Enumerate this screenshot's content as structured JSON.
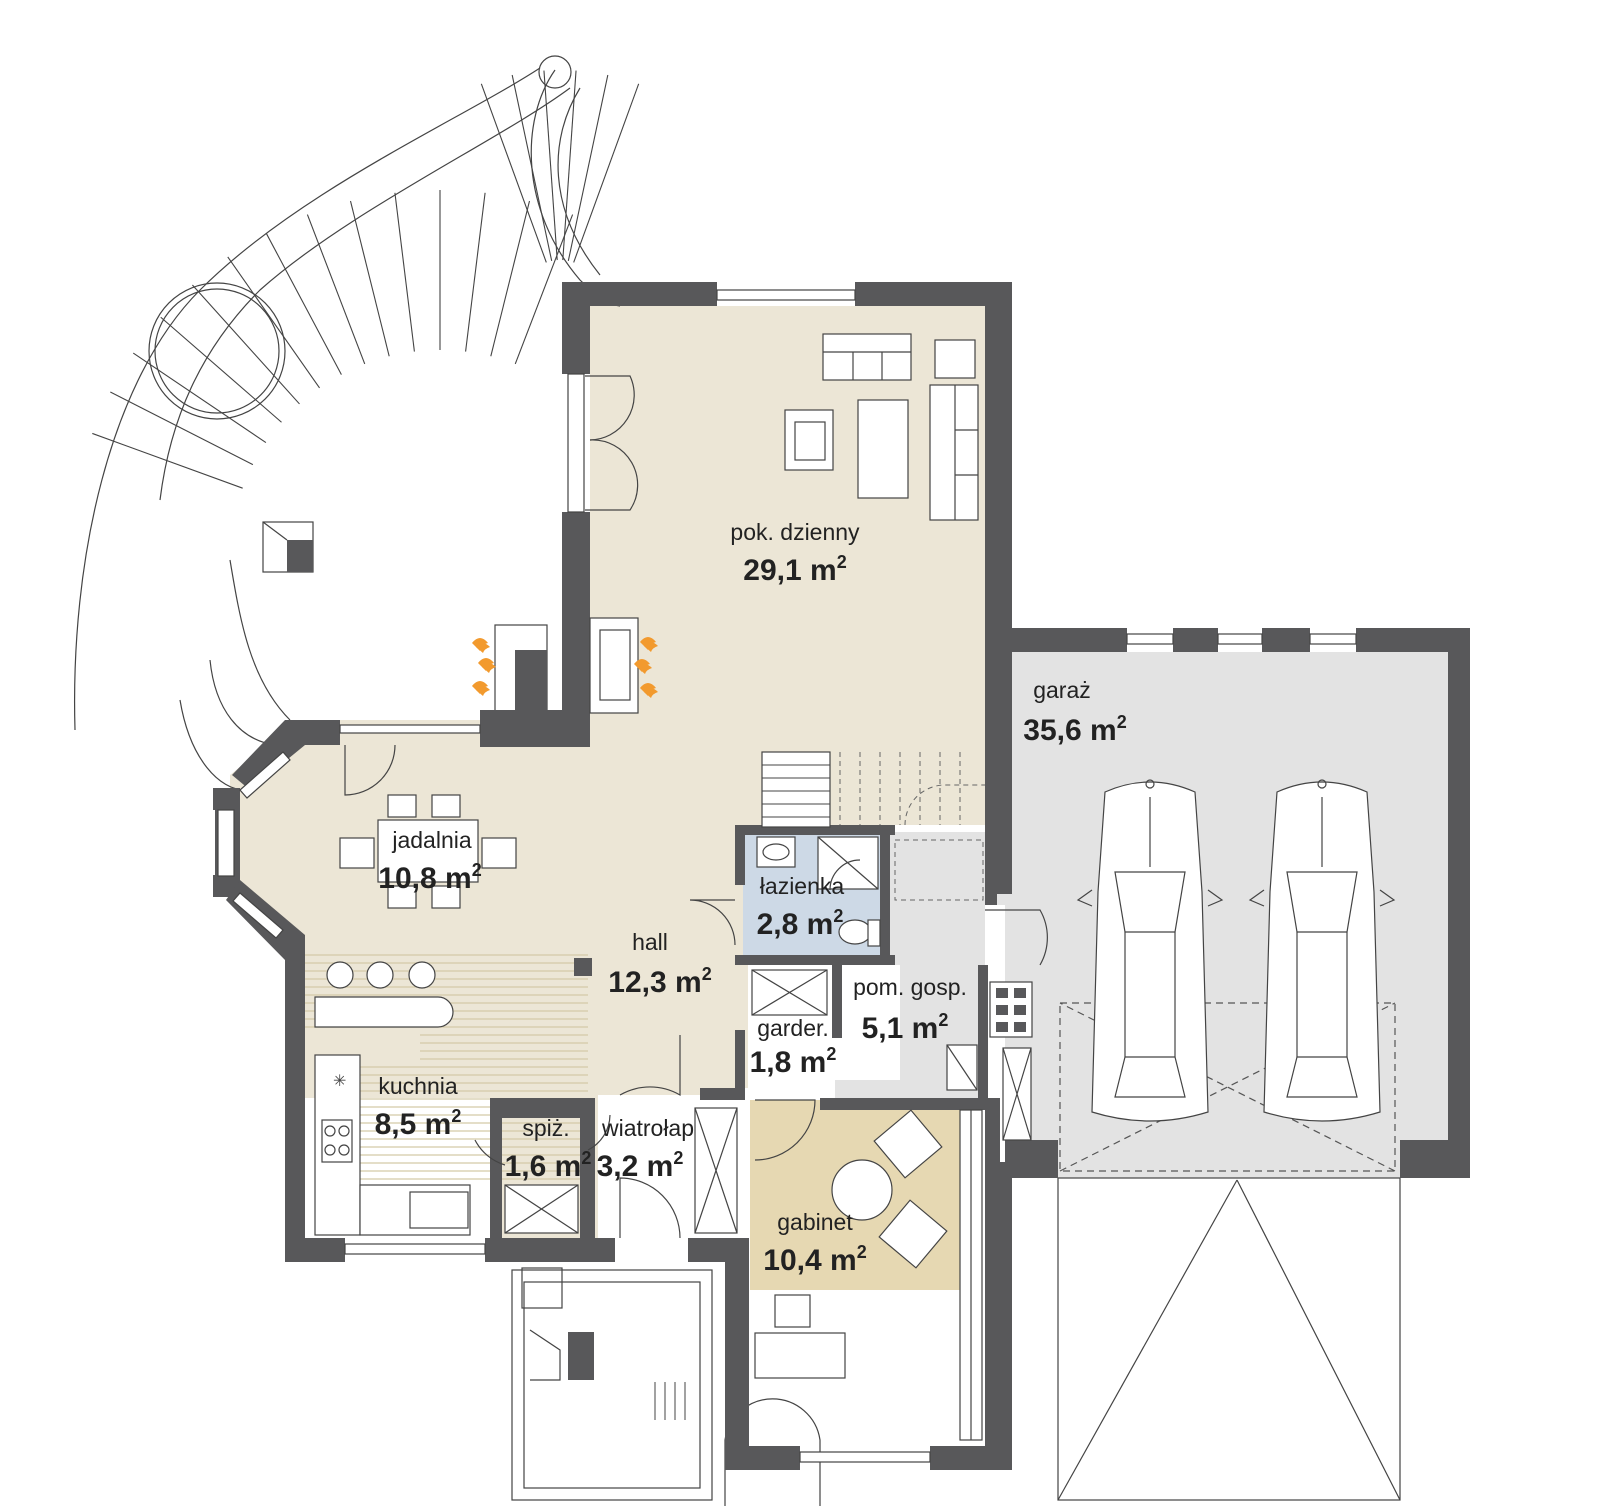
{
  "colors": {
    "wall": "#58585a",
    "living_floor": "#ece6d6",
    "office_floor": "#e6d8b2",
    "garage_floor": "#e3e3e3",
    "service_floor": "#e3e3e3",
    "bathroom_floor": "#cdd9e6",
    "kitchen_stripes": "#d4c9a8",
    "flame": "#f29a2e"
  },
  "rooms": [
    {
      "id": "pok-dzienny",
      "name": "pok. dzienny",
      "area": "29,1 m",
      "unit_exp": "2"
    },
    {
      "id": "garaz",
      "name": "garaż",
      "area": "35,6 m",
      "unit_exp": "2"
    },
    {
      "id": "jadalnia",
      "name": "jadalnia",
      "area": "10,8 m",
      "unit_exp": "2"
    },
    {
      "id": "lazienka",
      "name": "łazienka",
      "area": "2,8 m",
      "unit_exp": "2"
    },
    {
      "id": "hall",
      "name": "hall",
      "area": "12,3 m",
      "unit_exp": "2"
    },
    {
      "id": "pom-gosp",
      "name": "pom. gosp.",
      "area": "5,1 m",
      "unit_exp": "2"
    },
    {
      "id": "garder",
      "name": "garder.",
      "area": "1,8 m",
      "unit_exp": "2"
    },
    {
      "id": "kuchnia",
      "name": "kuchnia",
      "area": "8,5 m",
      "unit_exp": "2"
    },
    {
      "id": "spiz",
      "name": "spiż.",
      "area": "1,6 m",
      "unit_exp": "2"
    },
    {
      "id": "wiatrolap",
      "name": "wiatrołap",
      "area": "3,2 m",
      "unit_exp": "2"
    },
    {
      "id": "gabinet",
      "name": "gabinet",
      "area": "10,4 m",
      "unit_exp": "2"
    }
  ]
}
